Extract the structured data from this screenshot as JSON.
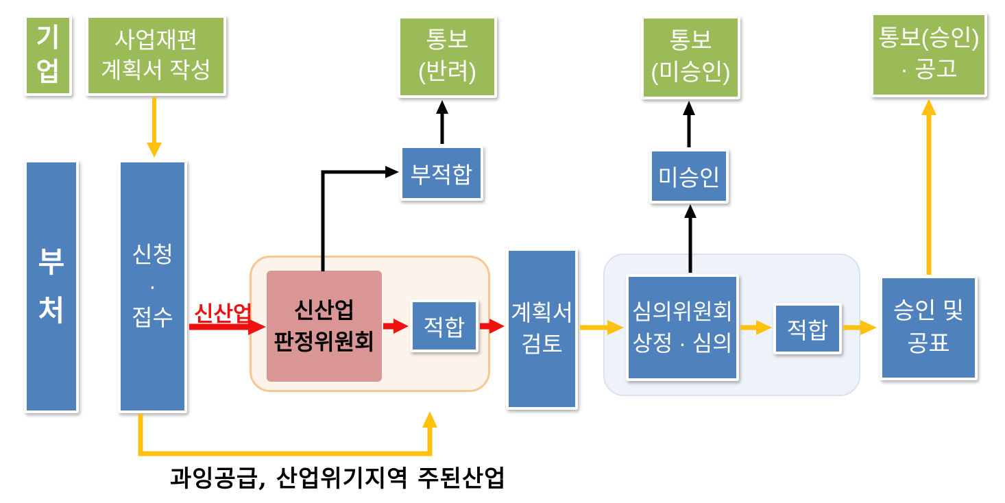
{
  "palette": {
    "green": "#9BBB59",
    "blue": "#4F81BD",
    "pink": "#D99694",
    "orange_container_fill": "#FDF3EA",
    "orange_container_border": "#F7C695",
    "blue_container_fill": "#EEF2F9",
    "blue_container_border": "#D8E2F0",
    "arrow_yellow": "#FFC010",
    "arrow_red": "#EF1010",
    "arrow_black": "#000000"
  },
  "lanes": {
    "company": "기\n업",
    "ministry": "부\n처"
  },
  "nodes": {
    "plan_write": "사업재편\n계획서 작성",
    "apply": "신청\n·\n접수",
    "judge_committee": "신산업\n판정위원회",
    "fit1": "적합",
    "unfit": "부적합",
    "notify_reject": "통보\n(반려)",
    "plan_review": "계획서\n검토",
    "council": "심의위원회\n상정 · 심의",
    "not_approved": "미승인",
    "notify_not_approved": "통보\n(미승인)",
    "fit2": "적합",
    "approve_publish": "승인 및\n공표",
    "notify_approve": "통보(승인)\n· 공고"
  },
  "labels": {
    "new_industry": "신산업",
    "bypass_note": "과잉공급, 산업위기지역 주된산업"
  }
}
